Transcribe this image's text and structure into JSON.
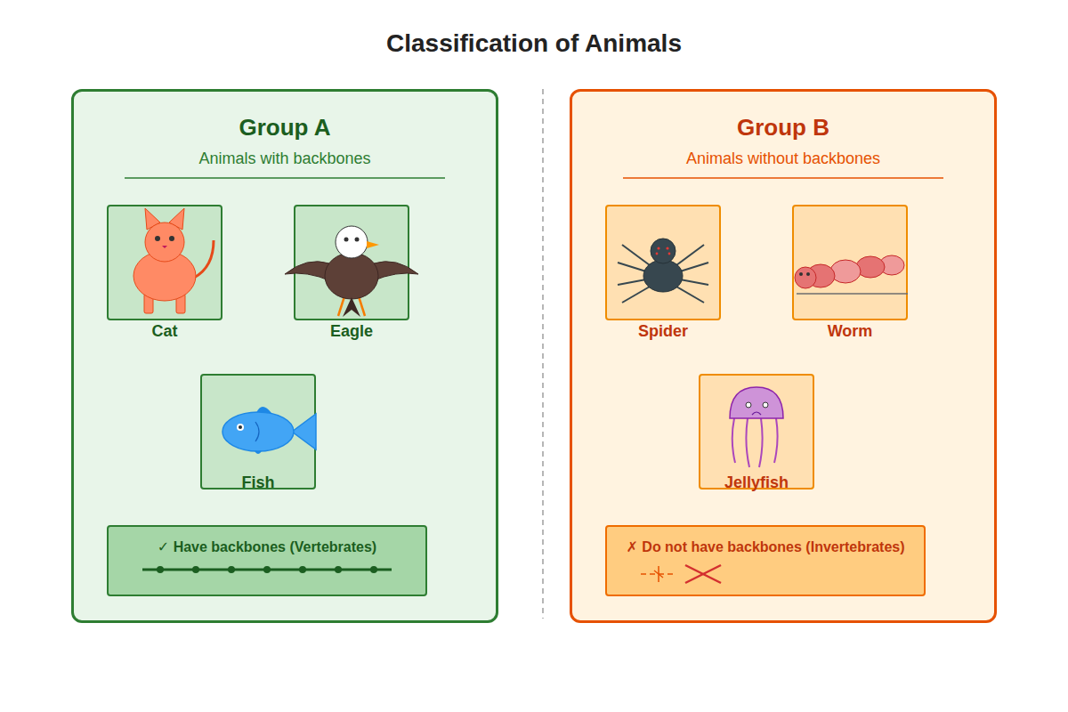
{
  "diagram": {
    "title": "Classification of Animals",
    "nodes": [
      {
        "text": [
          "Group A",
          "Animals with backbones"
        ]
      },
      {
        "text": [
          "Cat"
        ],
        "in": 0
      },
      {
        "text": [
          "Eagle"
        ],
        "in": 0
      },
      {
        "text": [
          "Fish"
        ],
        "in": 0
      },
      {
        "text": [
          "✓ Have backbones (Vertebrates)"
        ],
        "in": 0
      },
      {
        "text": [
          "Group B",
          "Animals without backbones"
        ]
      },
      {
        "text": [
          "Spider"
        ],
        "in": 5
      },
      {
        "text": [
          "Worm"
        ],
        "in": 5
      },
      {
        "text": [
          "Jellyfish"
        ],
        "in": 5
      },
      {
        "text": [
          "✗ Do not have backbones (Invertebrates)"
        ],
        "in": 5
      }
    ]
  }
}
